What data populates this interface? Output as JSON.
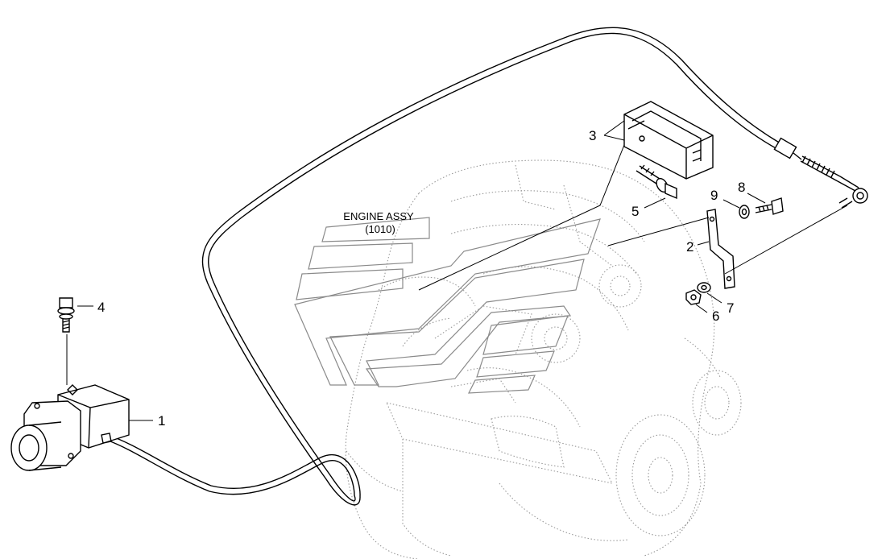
{
  "engine_label": {
    "line1": "ENGINE ASSY",
    "line2": "(1010)"
  },
  "callouts": {
    "c1": "1",
    "c2": "2",
    "c3": "3",
    "c4": "4",
    "c5": "5",
    "c6": "6",
    "c7": "7",
    "c8": "8",
    "c9": "9"
  }
}
